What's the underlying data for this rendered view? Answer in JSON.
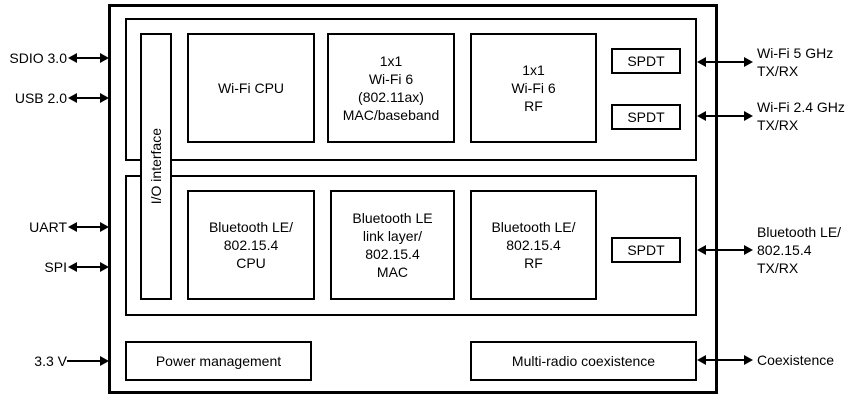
{
  "colors": {
    "line": "#000000",
    "background": "#ffffff",
    "text": "#000000"
  },
  "blocks": {
    "io_interface": {
      "label": "I/O interface"
    },
    "wifi_cpu": {
      "label": "Wi-Fi CPU"
    },
    "wifi_mac": {
      "label": "1x1\nWi-Fi 6\n(802.11ax)\nMAC/baseband"
    },
    "wifi_rf": {
      "label": "1x1\nWi-Fi 6\nRF"
    },
    "spdt_wifi_5ghz": {
      "label": "SPDT"
    },
    "spdt_wifi_24ghz": {
      "label": "SPDT"
    },
    "bt_cpu": {
      "label": "Bluetooth LE/\n802.15.4\nCPU"
    },
    "bt_mac": {
      "label": "Bluetooth LE\nlink layer/\n802.15.4\nMAC"
    },
    "bt_rf": {
      "label": "Bluetooth LE/\n802.15.4\nRF"
    },
    "spdt_bt": {
      "label": "SPDT"
    },
    "power_mgmt": {
      "label": "Power management"
    },
    "multi_coex": {
      "label": "Multi-radio coexistence"
    }
  },
  "left_ports": [
    {
      "label": "SDIO 3.0",
      "arrow": "double"
    },
    {
      "label": "USB 2.0",
      "arrow": "double"
    },
    {
      "label": "UART",
      "arrow": "double"
    },
    {
      "label": "SPI",
      "arrow": "double"
    },
    {
      "label": "3.3 V",
      "arrow": "single-in"
    }
  ],
  "right_ports": [
    {
      "label": "Wi-Fi 5 GHz\nTX/RX",
      "arrow": "double"
    },
    {
      "label": "Wi-Fi 2.4 GHz\nTX/RX",
      "arrow": "double"
    },
    {
      "label": "Bluetooth LE/\n802.15.4\nTX/RX",
      "arrow": "double"
    },
    {
      "label": "Coexistence",
      "arrow": "double"
    }
  ]
}
